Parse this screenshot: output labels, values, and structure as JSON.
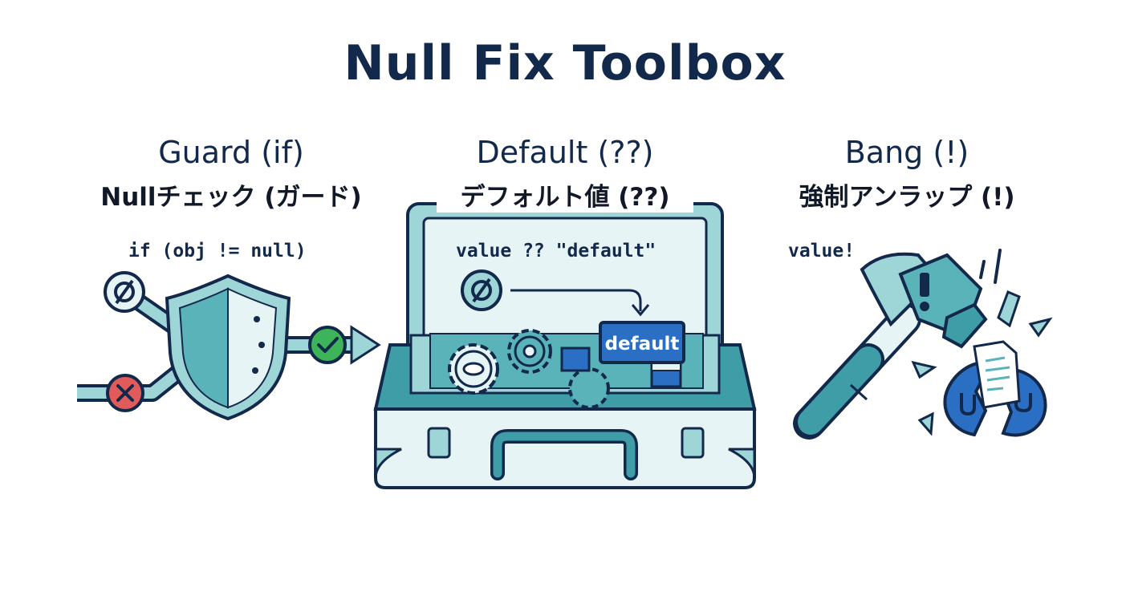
{
  "title": "Null Fix Toolbox",
  "columns": [
    {
      "title": "Guard (if)",
      "subtitle": "Nullチェック (ガード)",
      "code": "if (obj != null)"
    },
    {
      "title": "Default (??)",
      "subtitle": "デフォルト値 (??)",
      "code": "value ?? \"default\"",
      "badge": "default"
    },
    {
      "title": "Bang (!)",
      "subtitle": "強制アンラップ (!)",
      "code": "value!"
    }
  ],
  "colors": {
    "navy": "#13294b",
    "teal": "#3e9da6",
    "teal_light": "#9ed6d8",
    "panel": "#e6f4f5",
    "blue": "#2b6fc4",
    "green": "#3db35a",
    "red": "#e25b5b"
  },
  "icons": [
    "null-icon",
    "shield-icon",
    "check-icon",
    "cross-icon",
    "gear-icon",
    "suitcase-icon",
    "hammer-icon",
    "warning-icon",
    "document-icon"
  ]
}
